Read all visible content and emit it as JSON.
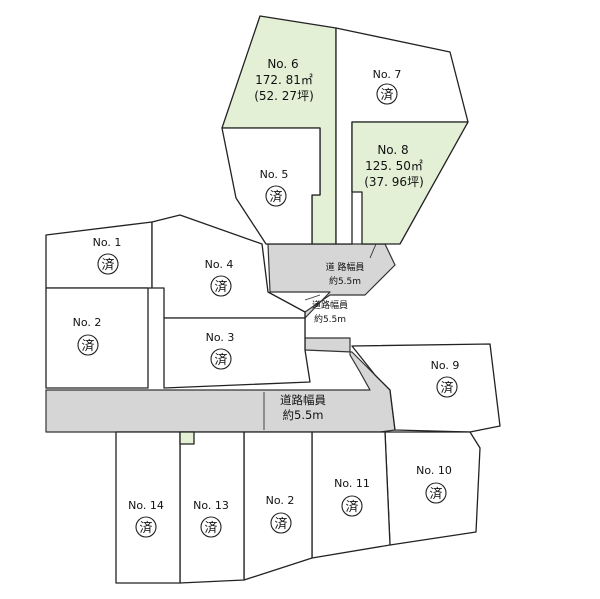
{
  "lots": [
    {
      "id": "1",
      "label": "No. 1",
      "badge": "済"
    },
    {
      "id": "2",
      "label": "No. 2",
      "badge": "済"
    },
    {
      "id": "3",
      "label": "No. 3",
      "badge": "済"
    },
    {
      "id": "4",
      "label": "No. 4",
      "badge": "済"
    },
    {
      "id": "5",
      "label": "No. 5",
      "badge": "済"
    },
    {
      "id": "6",
      "label": "No. 6",
      "area": "172. 81㎡",
      "tsubo": "(52. 27坪)"
    },
    {
      "id": "7",
      "label": "No. 7",
      "badge": "済"
    },
    {
      "id": "8",
      "label": "No. 8",
      "area": "125. 50㎡",
      "tsubo": "(37. 96坪)"
    },
    {
      "id": "9",
      "label": "No. 9",
      "badge": "済"
    },
    {
      "id": "10",
      "label": "No. 10",
      "badge": "済"
    },
    {
      "id": "11",
      "label": "No. 11",
      "badge": "済"
    },
    {
      "id": "2b",
      "label": "No. 2",
      "badge": "済"
    },
    {
      "id": "13",
      "label": "No. 13",
      "badge": "済"
    },
    {
      "id": "14",
      "label": "No. 14",
      "badge": "済"
    }
  ],
  "roads": {
    "upper": {
      "name": "道 路幅員",
      "width": "約5.5m"
    },
    "middle": {
      "name": "道路幅員",
      "width": "約5.5m"
    },
    "main": {
      "name": "道路幅員",
      "width": "約5.5m"
    }
  },
  "colors": {
    "available_lot": "#e3f0d6",
    "road": "#d6d6d6",
    "outline": "#222222"
  }
}
